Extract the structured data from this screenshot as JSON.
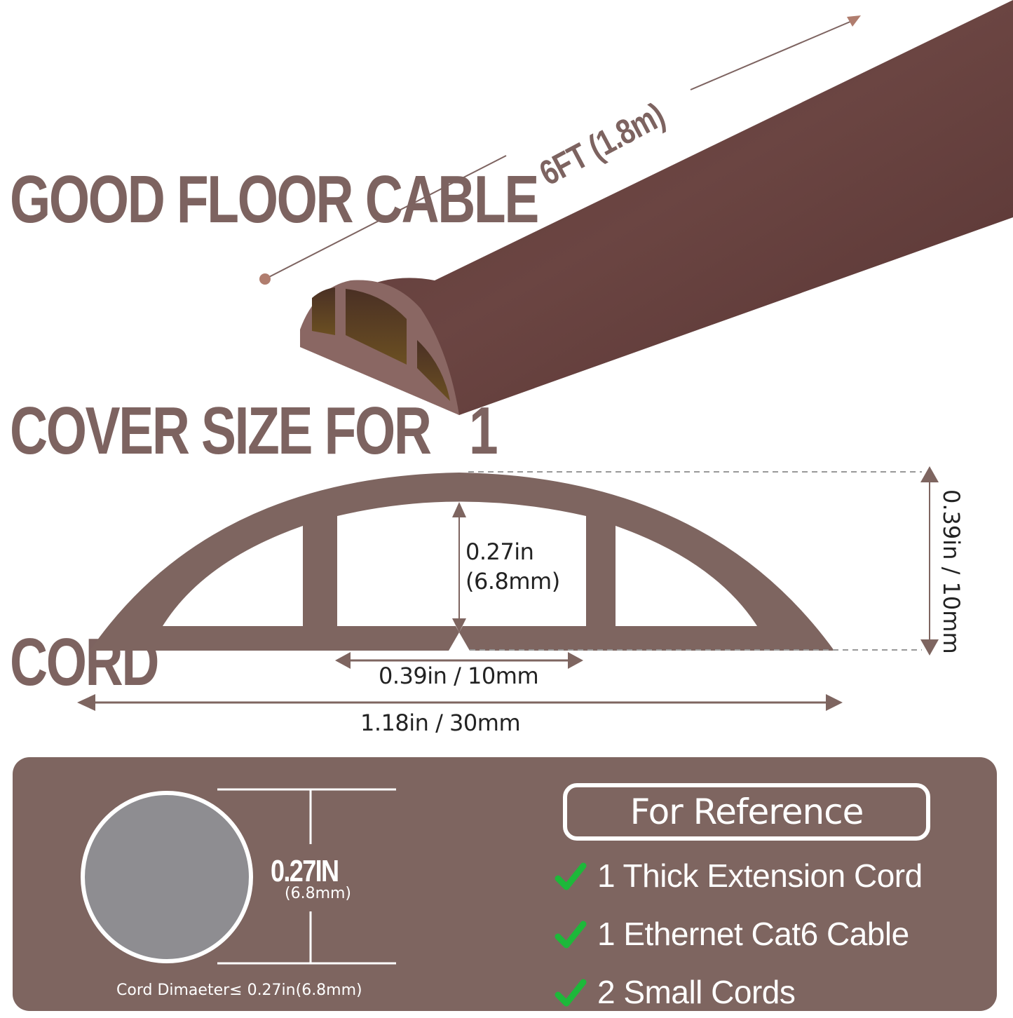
{
  "headline": {
    "lines": [
      "GOOD FLOOR CABLE",
      "COVER SIZE FOR   1",
      "CORD"
    ]
  },
  "product": {
    "length_label": "6FT (1.8m)",
    "color": "#5e3a38"
  },
  "cross_section": {
    "inner_height_in": "0.27in",
    "inner_height_mm": "(6.8mm)",
    "total_height": "0.39in / 10mm",
    "channel_width": "0.39in / 10mm",
    "total_width": "1.18in / 30mm",
    "fill_color": "#7e6560"
  },
  "reference_panel": {
    "cord_size": "0.27IN",
    "cord_size_mm": "(6.8mm)",
    "cord_caption": "Cord Dimaeter≤ 0.27in(6.8mm)",
    "title": "For Reference",
    "items": [
      {
        "icon": "check-icon",
        "label": "1 Thick Extension Cord"
      },
      {
        "icon": "check-icon",
        "label": "1 Ethernet Cat6 Cable"
      },
      {
        "icon": "check-icon",
        "label": "2 Small Cords"
      }
    ],
    "background_color": "#7e6560",
    "check_color": "#1db83a"
  }
}
